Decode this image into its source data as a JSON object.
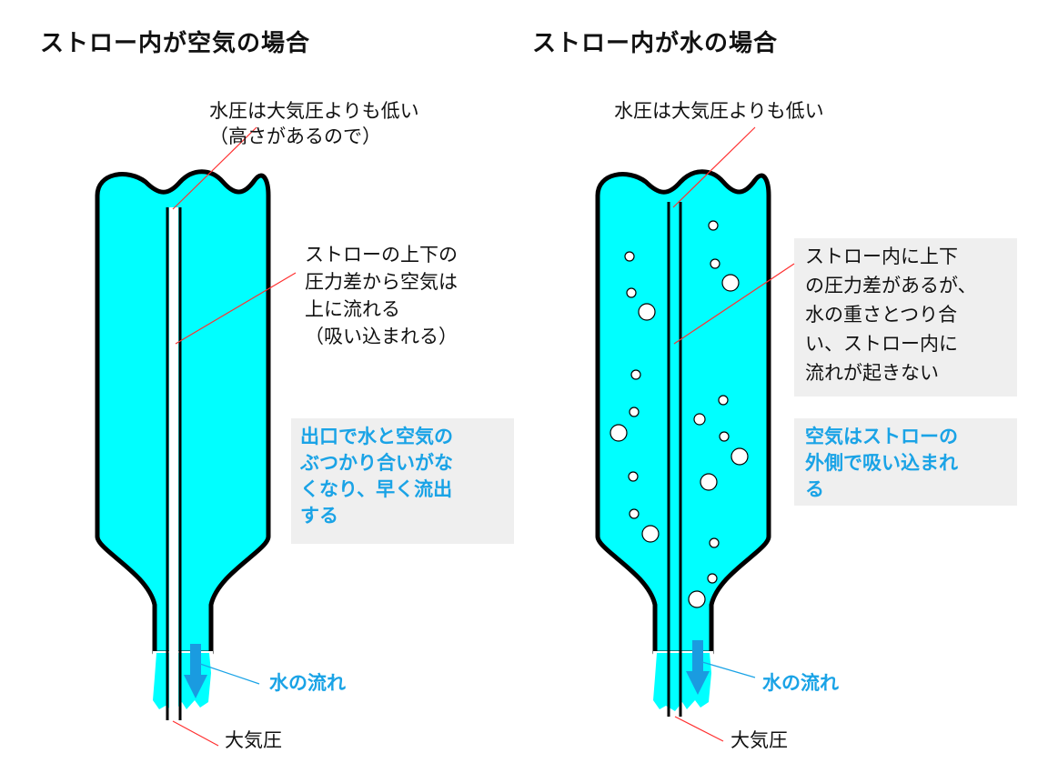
{
  "left": {
    "title": "ストロー内が空気の場合",
    "top_label": "水圧は大気圧よりも低い\n（高さがあるので）",
    "middle_label": "ストローの上下の\n圧力差から空気は\n上に流れる\n（吸い込まれる）",
    "box_label": "出口で水と空気の\nぶつかり合いがな\nくなり、早く流出\nする",
    "flow_label": "水の流れ",
    "bottom_label": "大気圧"
  },
  "right": {
    "title": "ストロー内が水の場合",
    "top_label": "水圧は大気圧よりも低い",
    "middle_label": "ストロー内に上下\nの圧力差があるが、\n水の重さとつり合\nい、ストロー内に\n流れが起きない",
    "box_label": "空気はストローの\n外側で吸い込まれ\nる",
    "flow_label": "水の流れ",
    "bottom_label": "大気圧"
  },
  "colors": {
    "water": "#00ffff",
    "arrow": "#1a9be0",
    "leader": "#ff3030",
    "box": "#efefef",
    "accent_text": "#1aa3e6"
  }
}
